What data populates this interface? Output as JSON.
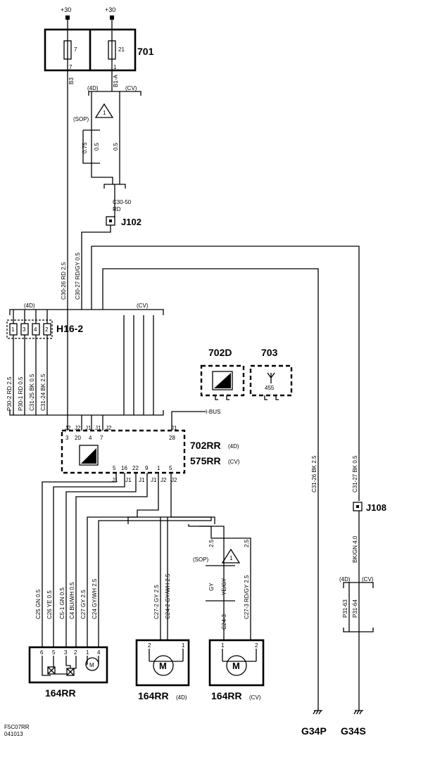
{
  "supply": {
    "left": "+30",
    "right": "+30"
  },
  "fuse_box": {
    "id": "701",
    "fuse_left": "7",
    "fuse_right": "21",
    "pin_left": "7",
    "pin_right": "1",
    "conn_left": "B3",
    "conn_right": "B1-A"
  },
  "options": {
    "d4": "(4D)",
    "cv": "(CV)",
    "sop": "(SOP)"
  },
  "warning_symbol": "1",
  "upper_wires": {
    "w1": "0.75",
    "w2": "0.5",
    "w3": "0.5",
    "c30_50": "C30-50",
    "rd": "RD"
  },
  "j102": "J102",
  "trunk_wires": {
    "w1": "C30-26 RD 2.5",
    "w2": "C30-27 RD/GY 0.5"
  },
  "h16": {
    "id": "H16-2",
    "pins": [
      "1",
      "3",
      "4",
      "2"
    ],
    "wires": [
      "P30-2 RD 2.5",
      "P30-1 RD 0.5",
      "C31-25 BK 0.5",
      "C31-24 BK 2.5"
    ]
  },
  "module702d": {
    "id": "702D"
  },
  "module703": {
    "id": "703",
    "code": "455"
  },
  "ibus": "I-BUS",
  "module702rr": {
    "id": "702RR",
    "opt": "(4D)",
    "id2": "575RR",
    "opt2": "(CV)",
    "top_conns": [
      "J2",
      "J2",
      "J1",
      "J1",
      "J2",
      "J1"
    ],
    "top_pins": [
      "3",
      "20",
      "4",
      "7",
      "28"
    ],
    "bottom_pins": [
      "5",
      "16",
      "22",
      "9",
      "1",
      "5"
    ],
    "bottom_conns": [
      "J1",
      "J1",
      "J1",
      "J1",
      "J2",
      "J2"
    ]
  },
  "ground_wires": {
    "g1": "C31-26 BK 2.5",
    "g2": "C31-27 BK 0.5",
    "bkgn": "BK/GN 4.0"
  },
  "j108": "J108",
  "p31": {
    "a": "P31-63",
    "b": "P31-64"
  },
  "lower_wires": [
    "C25 GN 0.5",
    "C26 YE 0.5",
    "C5-1 GN 0.5",
    "C4 BU/WH 0.5",
    "C27 GY 2.5",
    "C24 GY/WH 2.5"
  ],
  "motor_wires": {
    "a": "C27-2 GY 2.5",
    "b": "C24-2 GY/WH 2.5",
    "c": "C27-3 RD/GY 2.5",
    "d": "C24-3",
    "gy": "GY",
    "yegy": "YE/GY",
    "w25": "2.5"
  },
  "comp164": {
    "a": "164RR",
    "b": "164RR",
    "b_opt": "(4D)",
    "c": "164RR",
    "c_opt": "(CV)",
    "pins_a": [
      "6",
      "5",
      "3",
      "2",
      "1",
      "4"
    ],
    "pins_b": [
      "2",
      "1"
    ],
    "pins_c": [
      "1",
      "2"
    ],
    "m": "M"
  },
  "grounds": {
    "a": "G34P",
    "b": "G34S"
  },
  "footer": {
    "code": "F5C07RR",
    "date": "041013"
  }
}
